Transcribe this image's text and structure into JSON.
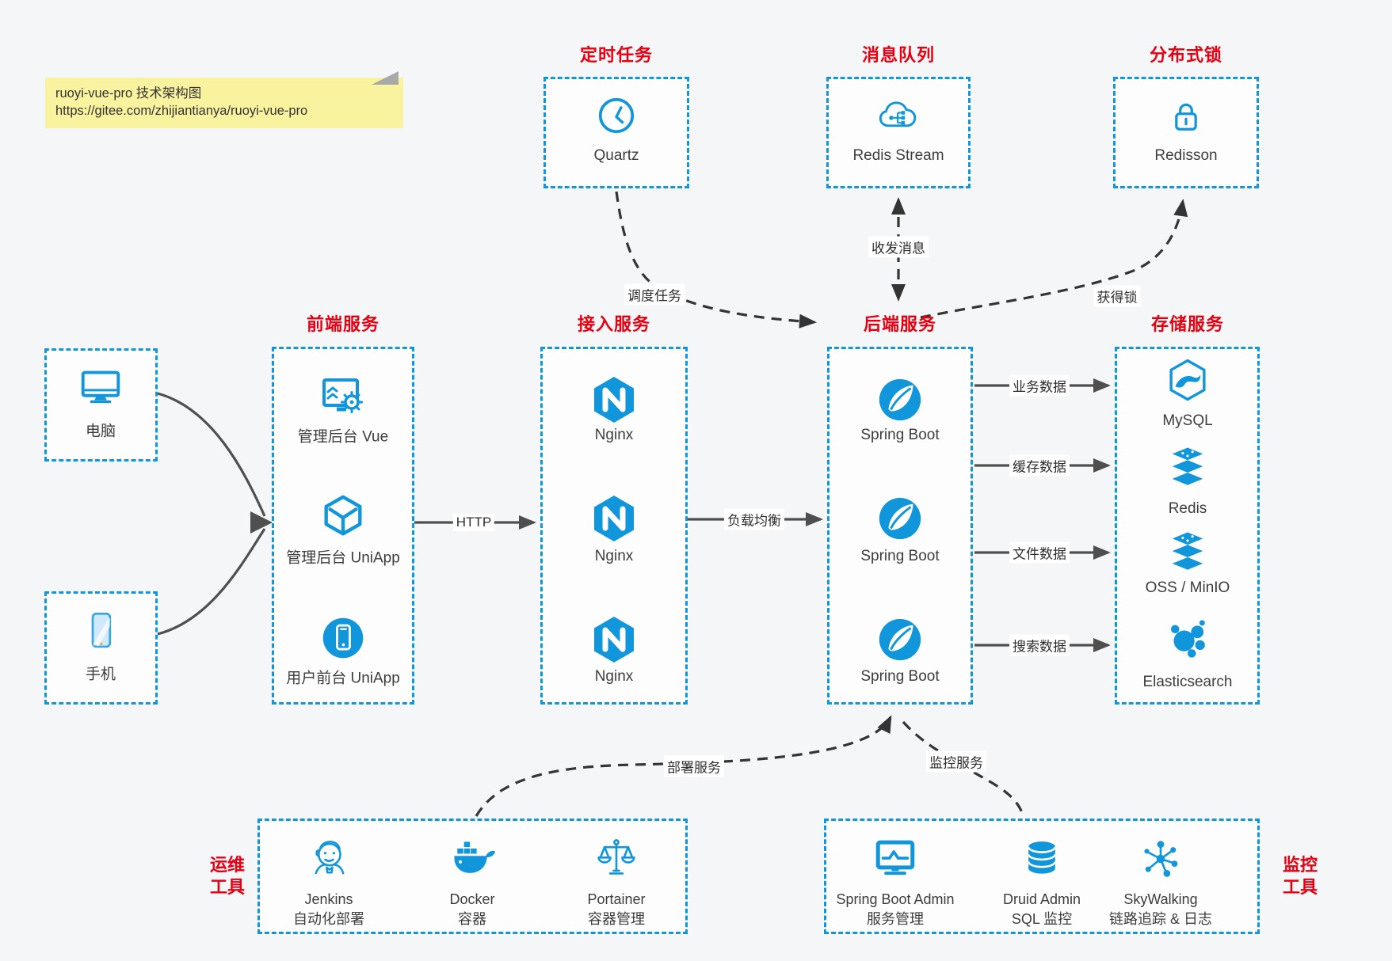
{
  "note": {
    "line1": "ruoyi-vue-pro 技术架构图",
    "line2": "https://gitee.com/zhijiantianya/ruoyi-vue-pro"
  },
  "colors": {
    "accent": "#1296db",
    "title_red": "#e60012",
    "arrow_gray": "#4f4f4f",
    "arrow_dark": "#343434",
    "note_yellow": "#f9f3a0"
  },
  "groups": {
    "scheduler": {
      "title": "定时任务",
      "item": {
        "label": "Quartz"
      }
    },
    "mq": {
      "title": "消息队列",
      "item": {
        "label": "Redis Stream"
      }
    },
    "lock": {
      "title": "分布式锁",
      "item": {
        "label": "Redisson"
      }
    },
    "clients": {
      "computer": {
        "label": "电脑"
      },
      "phone": {
        "label": "手机"
      }
    },
    "frontend": {
      "title": "前端服务",
      "items": [
        {
          "label": "管理后台 Vue"
        },
        {
          "label": "管理后台 UniApp"
        },
        {
          "label": "用户前台 UniApp"
        }
      ]
    },
    "gateway": {
      "title": "接入服务",
      "items": [
        {
          "label": "Nginx"
        },
        {
          "label": "Nginx"
        },
        {
          "label": "Nginx"
        }
      ]
    },
    "backend": {
      "title": "后端服务",
      "items": [
        {
          "label": "Spring Boot"
        },
        {
          "label": "Spring Boot"
        },
        {
          "label": "Spring Boot"
        }
      ]
    },
    "storage": {
      "title": "存储服务",
      "items": [
        {
          "label": "MySQL"
        },
        {
          "label": "Redis"
        },
        {
          "label": "OSS / MinIO"
        },
        {
          "label": "Elasticsearch"
        }
      ]
    },
    "ops": {
      "title_line1": "运维",
      "title_line2": "工具",
      "items": [
        {
          "name": "Jenkins",
          "desc": "自动化部署"
        },
        {
          "name": "Docker",
          "desc": "容器"
        },
        {
          "name": "Portainer",
          "desc": "容器管理"
        }
      ]
    },
    "monitor": {
      "title_line1": "监控",
      "title_line2": "工具",
      "items": [
        {
          "name": "Spring Boot Admin",
          "desc": "服务管理"
        },
        {
          "name": "Druid Admin",
          "desc": "SQL 监控"
        },
        {
          "name": "SkyWalking",
          "desc": "链路追踪 & 日志"
        }
      ]
    }
  },
  "edges": {
    "http": "HTTP",
    "load_balance": "负载均衡",
    "business_data": "业务数据",
    "cache_data": "缓存数据",
    "file_data": "文件数据",
    "search_data": "搜索数据",
    "schedule_task": "调度任务",
    "send_receive_message": "收发消息",
    "acquire_lock": "获得锁",
    "deploy_service": "部署服务",
    "monitor_service": "监控服务"
  }
}
